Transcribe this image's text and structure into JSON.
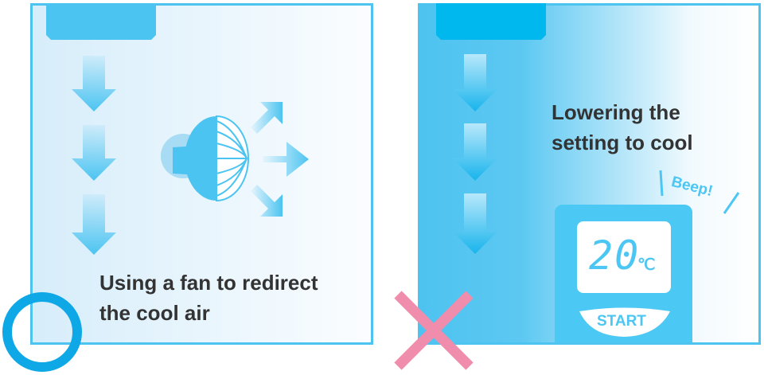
{
  "left_panel": {
    "caption_line1": "Using a fan to redirect",
    "caption_line2": "the cool air",
    "verdict": "correct",
    "verdict_icon": "circle-icon"
  },
  "right_panel": {
    "caption_line1": "Lowering the",
    "caption_line2": "setting to cool",
    "verdict": "incorrect",
    "verdict_icon": "cross-icon",
    "remote": {
      "temperature": "20",
      "unit": "℃",
      "button_label": "START",
      "sound": "Beep!"
    }
  },
  "colors": {
    "accent": "#4cc4f1",
    "circle": "#0fa8e6",
    "cross": "#f08cac",
    "text": "#333333"
  }
}
